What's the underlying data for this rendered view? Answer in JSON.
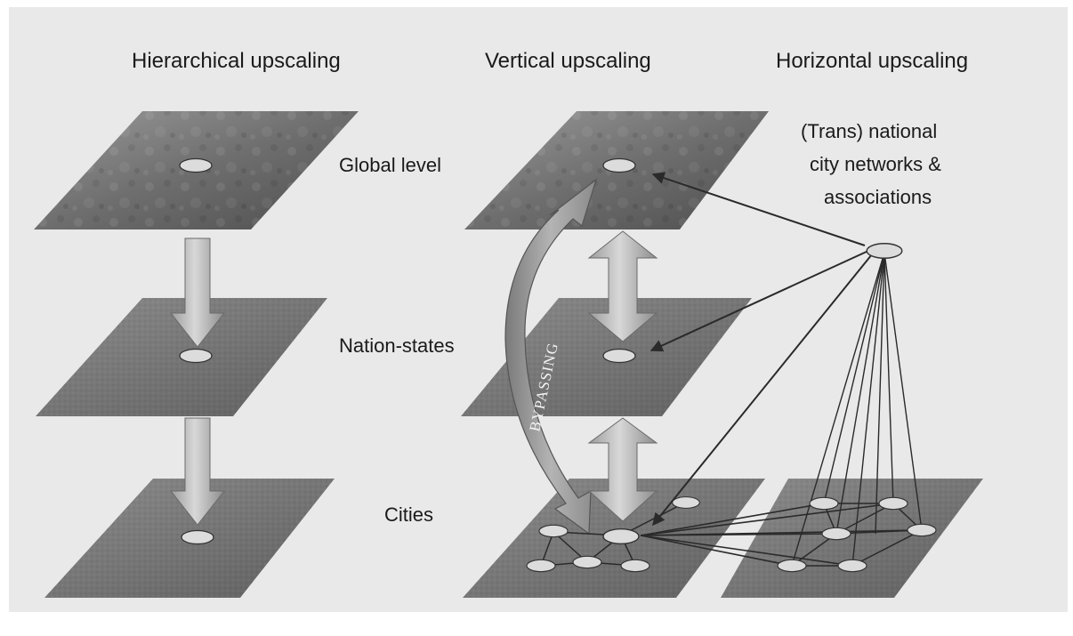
{
  "columns": {
    "hierarchical": "Hierarchical upscaling",
    "vertical": "Vertical upscaling",
    "horizontal": "Horizontal upscaling"
  },
  "levels": {
    "global": "Global level",
    "nation": "Nation-states",
    "cities": "Cities"
  },
  "network_label": [
    "(Trans) national",
    "city networks &",
    "associations"
  ],
  "bypass_label": "BYPASSING",
  "colors": {
    "background": "#e9e9e9",
    "plane_dark": "#6f6f6f",
    "plane_mid": "#8a8a8a",
    "node_fill": "#dcdcdc",
    "arrow_fill": "#a9a9a9",
    "line": "#2a2a2a"
  }
}
